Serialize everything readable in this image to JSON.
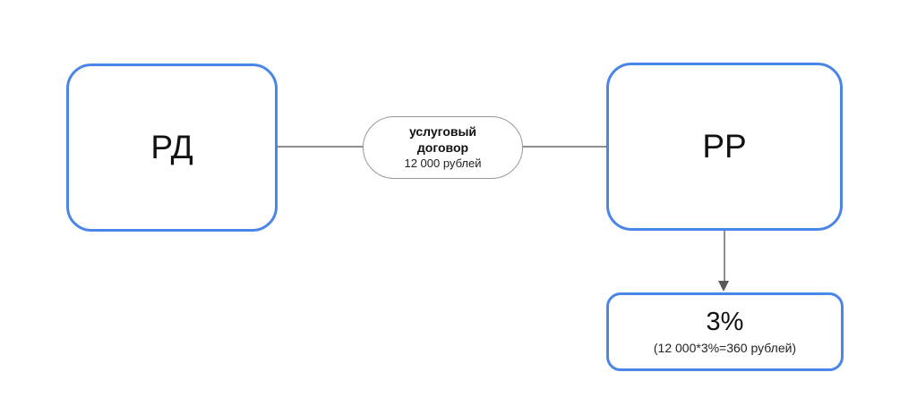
{
  "nodes": {
    "rd": {
      "label": "РД"
    },
    "rr": {
      "label": "РР"
    },
    "contract": {
      "line1": "услуговый",
      "line2": "договор",
      "amount": "12 000 рублей"
    },
    "percent": {
      "title": "3%",
      "formula": "(12 000*3%=360 рублей)"
    }
  },
  "colors": {
    "node_border": "#4a86e8",
    "connector": "#8f8f8f",
    "pill_border": "#999999",
    "arrowhead": "#595959",
    "text": "#111111",
    "background": "#ffffff"
  }
}
